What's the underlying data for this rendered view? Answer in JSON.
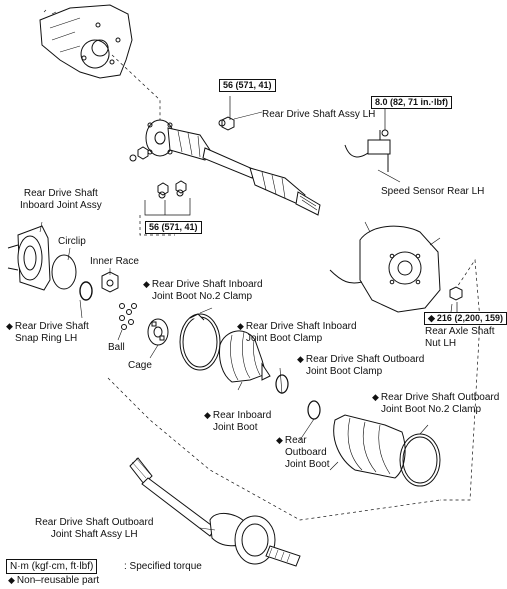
{
  "labels": {
    "rear_drive_shaft_assy_lh": "Rear Drive Shaft Assy LH",
    "speed_sensor_rear_lh": "Speed Sensor Rear LH",
    "inboard_joint_assy_l1": "Rear Drive Shaft",
    "inboard_joint_assy_l2": "Inboard Joint Assy",
    "circlip": "Circlip",
    "inner_race": "Inner Race",
    "snap_ring_l1": "Rear Drive Shaft",
    "snap_ring_l2": "Snap Ring LH",
    "ball": "Ball",
    "cage": "Cage",
    "inboard_boot_no2_clamp_l1": "Rear Drive Shaft Inboard",
    "inboard_boot_no2_clamp_l2": "Joint Boot No.2 Clamp",
    "inboard_boot_clamp_l1": "Rear Drive Shaft Inboard",
    "inboard_boot_clamp_l2": "Joint Boot Clamp",
    "outboard_boot_clamp_l1": "Rear Drive Shaft Outboard",
    "outboard_boot_clamp_l2": "Joint Boot Clamp",
    "outboard_boot_no2_clamp_l1": "Rear Drive Shaft Outboard",
    "outboard_boot_no2_clamp_l2": "Joint Boot No.2 Clamp",
    "rear_inboard_boot_l1": "Rear Inboard",
    "rear_inboard_boot_l2": "Joint Boot",
    "rear_outboard_boot_l1": "Rear",
    "rear_outboard_boot_l2": "Outboard",
    "rear_outboard_boot_l3": "Joint Boot",
    "rear_axle_nut_l1": "Rear Axle Shaft",
    "rear_axle_nut_l2": "Nut LH",
    "outboard_joint_shaft_l1": "Rear Drive Shaft Outboard",
    "outboard_joint_shaft_l2": "Joint Shaft Assy LH"
  },
  "torques": {
    "top_nut": "56 (571, 41)",
    "speed_sensor": "8.0 (82, 71 in.·lbf)",
    "lower_nuts": "56 (571, 41)",
    "axle_nut": "216 (2,200, 159)"
  },
  "legend": {
    "unit_box": "N·m (kgf·cm, ft·lbf)",
    "unit_desc": ": Specified torque",
    "non_reusable": "Non–reusable part",
    "diamond_symbol": "◆"
  }
}
